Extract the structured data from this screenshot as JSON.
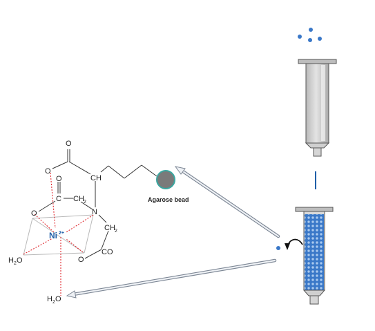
{
  "colors": {
    "nickel": "#1f5fa8",
    "bead_fill": "#7a7a7a",
    "bead_ring": "#3aa7a0",
    "resin_blue": "#3a78c8",
    "syringe_gray": "#c8c8c8",
    "dashed_bond": "#e0282e",
    "arrow_outline": "#7d8795"
  },
  "molecule": {
    "labels": {
      "carbonyl_top_o": "O",
      "ester_o_top": "O",
      "alpha_carbon": "CH",
      "carbonyl_mid_o": "O",
      "acetate_c": "C",
      "acetate_ch2": "CH",
      "ester_o_mid": "O",
      "amine_n": "N",
      "right_ch2": "CH",
      "carboxylate_o": "O",
      "carboxylate_co": "CO",
      "water_left": "H",
      "water_left_o": "O",
      "water_bottom": "H",
      "water_bottom_o": "O",
      "sub_2": "2"
    },
    "nickel": {
      "symbol": "Ni",
      "charge": "2+"
    }
  },
  "bead": {
    "label": "Agarose bead"
  },
  "icons": {
    "top_syringe": "empty-syringe-icon",
    "bottom_syringe": "packed-resin-column-icon",
    "curved_arrow": "curved-arrow-icon",
    "droplets": "protein-droplets-icon"
  }
}
